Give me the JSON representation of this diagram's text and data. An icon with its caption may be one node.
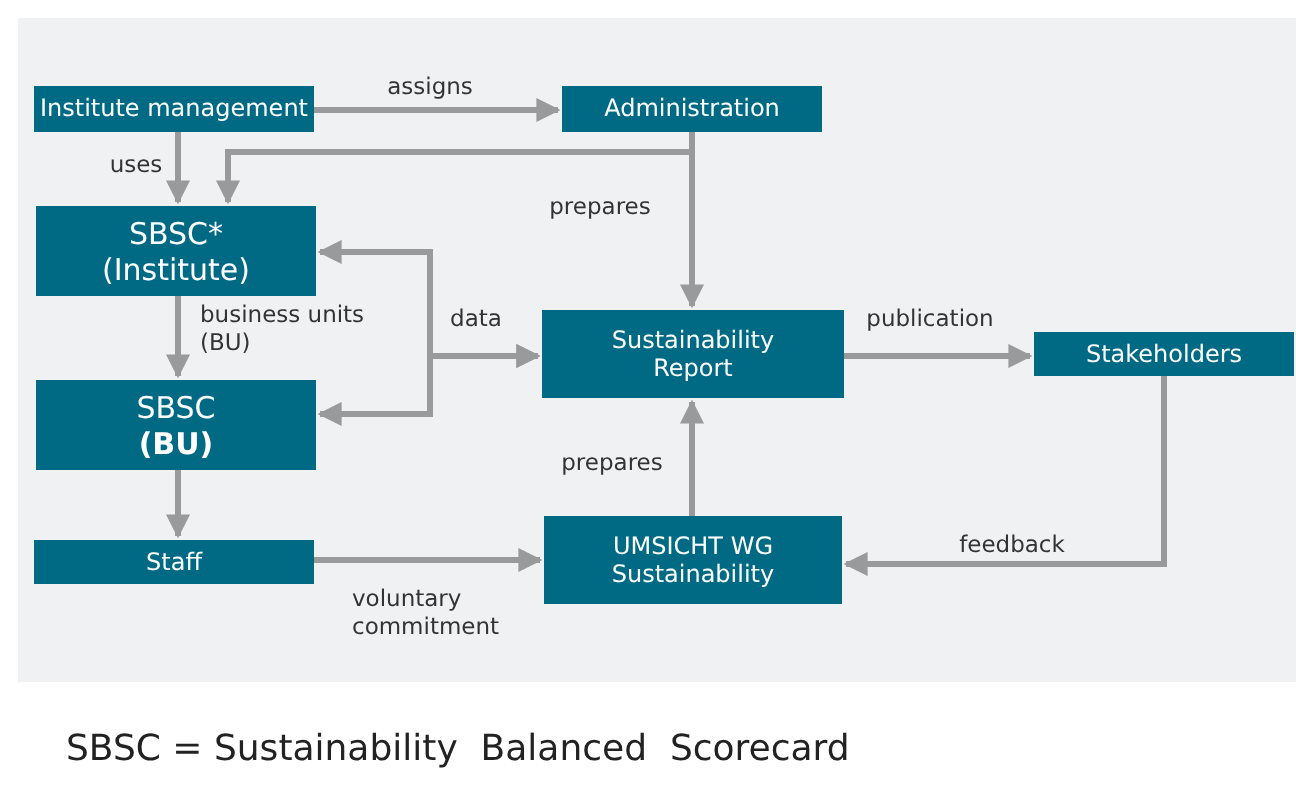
{
  "diagram": {
    "nodes": [
      {
        "text": [
          "Institute management"
        ]
      },
      {
        "text": [
          "Administration"
        ]
      },
      {
        "text": [
          "SBSC* (Institute)"
        ]
      },
      {
        "text": [
          "SBSC **(BU)**"
        ]
      },
      {
        "text": [
          "Sustainability Report"
        ]
      },
      {
        "text": [
          "Stakeholders"
        ]
      },
      {
        "text": [
          "Staff"
        ]
      },
      {
        "text": [
          "UMSICHT WG Sustainability"
        ]
      }
    ],
    "edges": [
      {
        "from": 0,
        "to": 1,
        "arrow": "to",
        "label": "assigns"
      },
      {
        "from": 0,
        "to": 2,
        "arrow": "to",
        "label": "uses"
      },
      {
        "from": 1,
        "to": 2,
        "arrow": "to"
      },
      {
        "from": 1,
        "to": 4,
        "arrow": "to",
        "label": "prepares"
      },
      {
        "from": 2,
        "to": 4,
        "arrow": "both",
        "label": "data"
      },
      {
        "from": 3,
        "to": 4,
        "arrow": "both"
      },
      {
        "from": 2,
        "to": 3,
        "arrow": "to",
        "label": "business units (BU)"
      },
      {
        "from": 3,
        "to": 6,
        "arrow": "to"
      },
      {
        "from": 6,
        "to": 7,
        "arrow": "to",
        "label": "voluntary commitment"
      },
      {
        "from": 7,
        "to": 4,
        "arrow": "to",
        "label": "prepares"
      },
      {
        "from": 4,
        "to": 5,
        "arrow": "to",
        "label": "publication"
      },
      {
        "from": 5,
        "to": 7,
        "arrow": "to",
        "label": "feedback"
      }
    ],
    "labels": [
      "SBSC = Sustainability  Balanced  Scorecard"
    ]
  }
}
